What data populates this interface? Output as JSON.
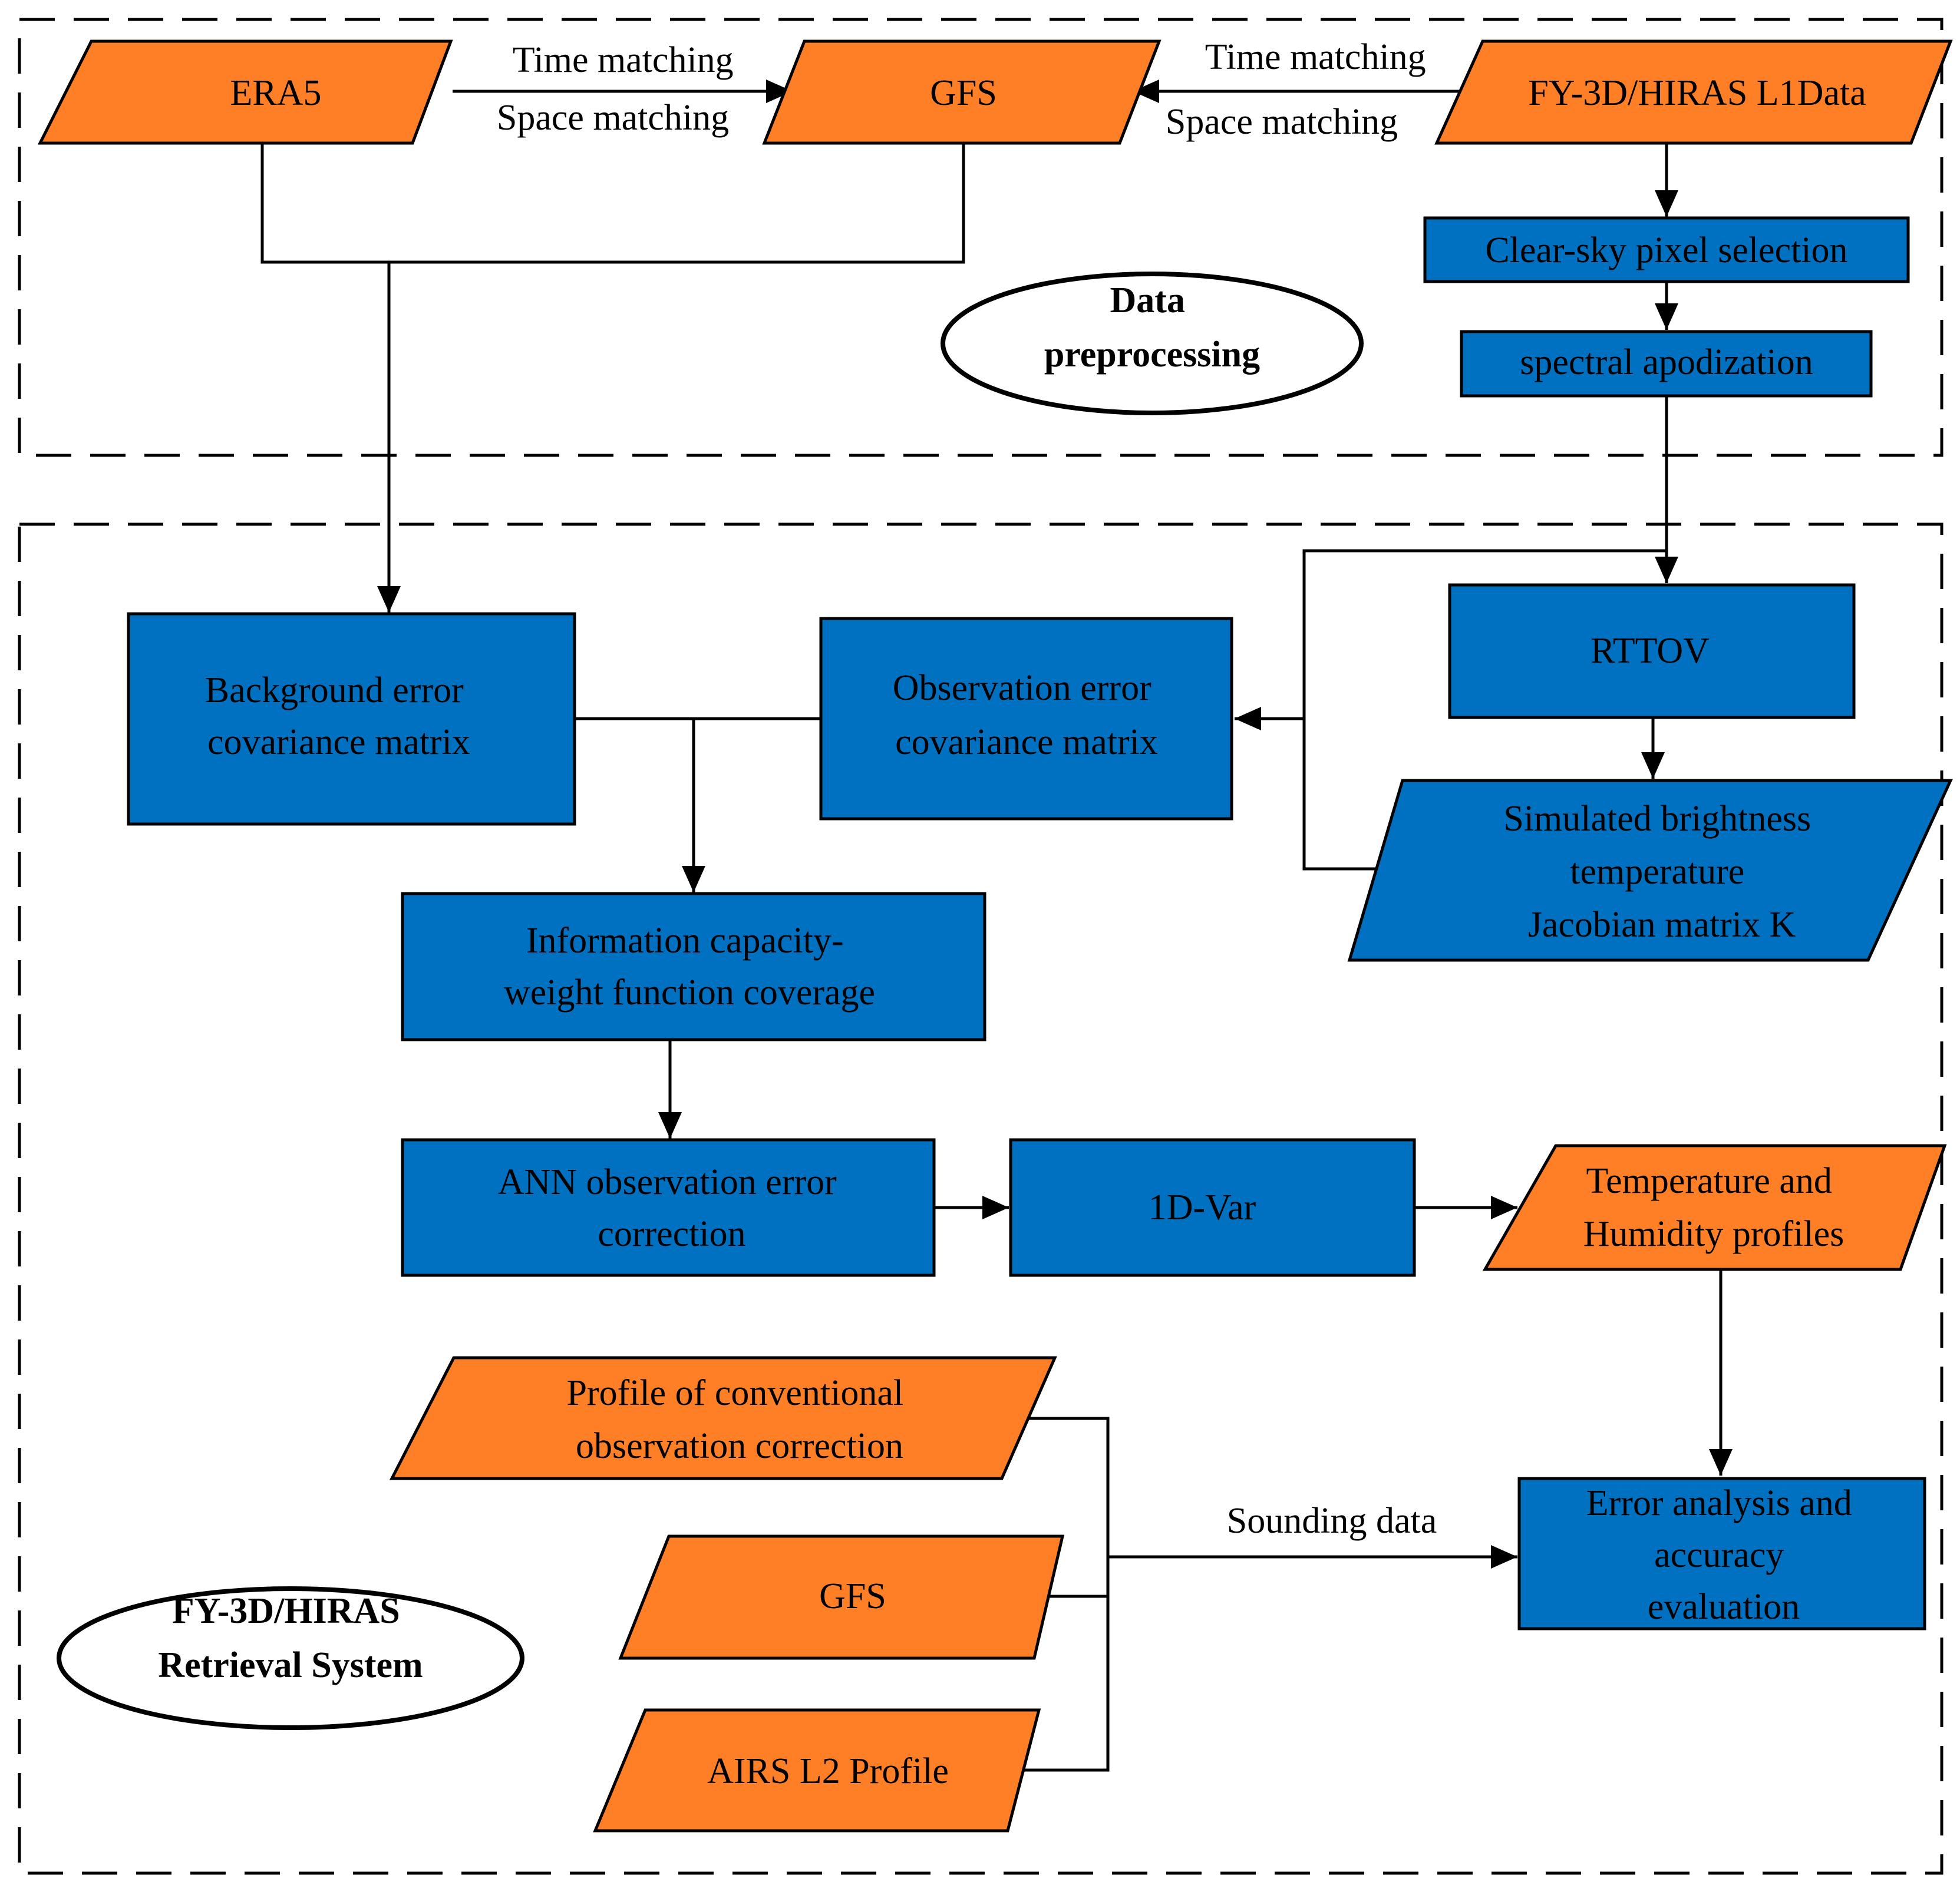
{
  "colors": {
    "data_node": "#FF7F27",
    "process_node": "#0070C0",
    "outline": "#000000",
    "background": "#FFFFFF"
  },
  "sections": {
    "preprocessing": [
      "Data",
      "preprocessing"
    ],
    "retrieval": [
      "FY-3D/HIRAS",
      "Retrieval System"
    ]
  },
  "nodes": {
    "era5": [
      "ERA5"
    ],
    "gfs_top": [
      "GFS"
    ],
    "fy3d": [
      "FY-3D/HIRAS L1Data"
    ],
    "clear_sky": [
      "Clear-sky pixel selection"
    ],
    "apodization": [
      "spectral apodization"
    ],
    "background_error": [
      "Background error",
      "covariance matrix"
    ],
    "observation_error": [
      "Observation error",
      "covariance matrix"
    ],
    "rttov": [
      "RTTOV"
    ],
    "simulated_bt": [
      "Simulated brightness",
      "temperature",
      "Jacobian matrix K"
    ],
    "info_capacity": [
      "Information capacity-",
      "weight function coverage"
    ],
    "ann": [
      "ANN observation error",
      "correction"
    ],
    "onedvar": [
      "1D-Var"
    ],
    "profiles": [
      "Temperature and",
      "Humidity profiles"
    ],
    "conventional": [
      "Profile of conventional",
      "observation correction"
    ],
    "gfs_bottom": [
      "GFS"
    ],
    "airs": [
      "AIRS L2 Profile"
    ],
    "error_analysis": [
      "Error analysis and",
      "accuracy",
      "evaluation"
    ]
  },
  "edge_labels": {
    "era5_gfs": [
      "Time matching",
      "Space matching"
    ],
    "fy3d_gfs": [
      "Time matching",
      "Space matching"
    ],
    "sounding": [
      "Sounding data"
    ]
  }
}
